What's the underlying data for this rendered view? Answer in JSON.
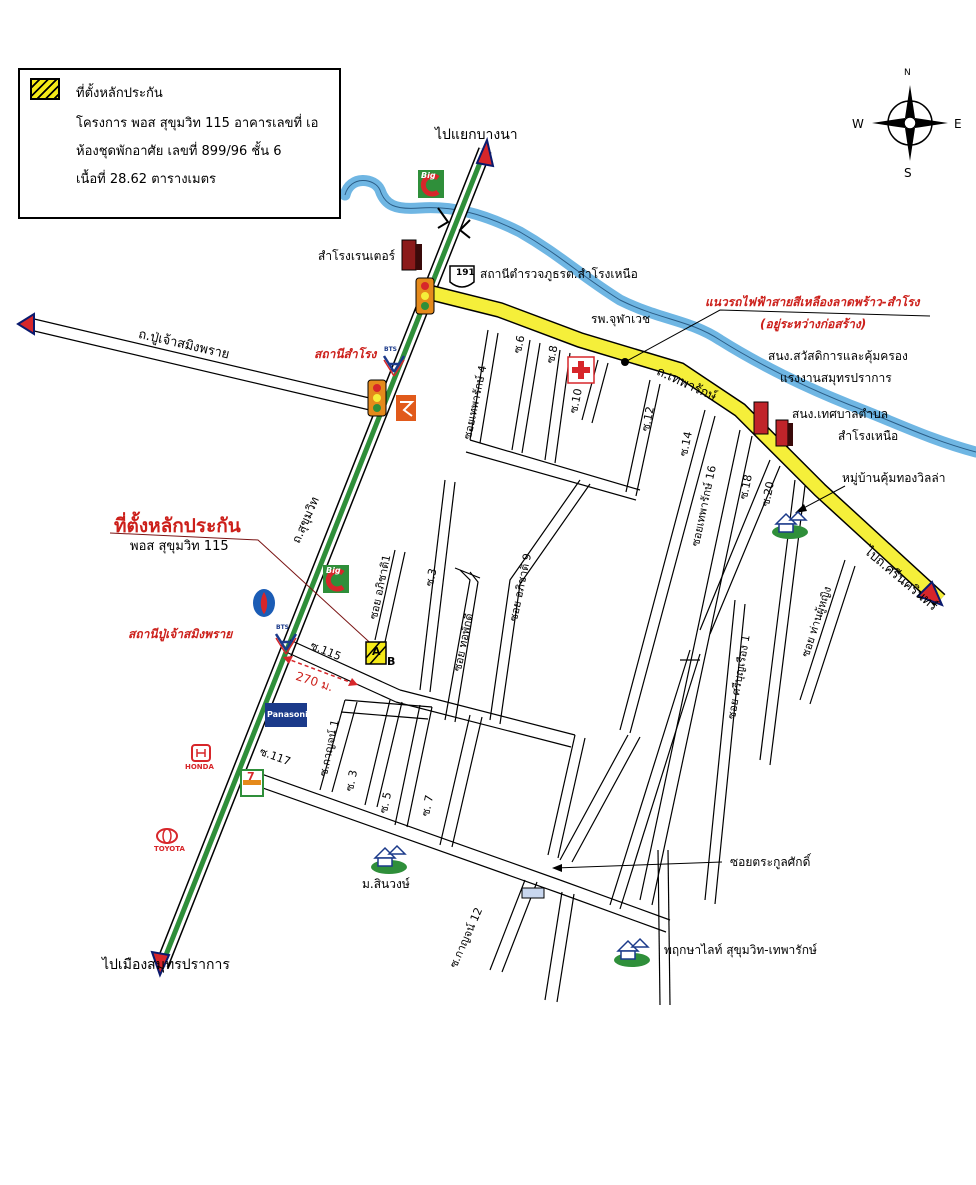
{
  "legend": {
    "title": "ที่ตั้งหลักประกัน",
    "line1": "โครงการ พอส สุขุมวิท 115 อาคารเลขที่ เอ",
    "line2": "ห้องชุดพักอาศัย เลขที่ 899/96 ชั้น 6",
    "line3": "เนื้อที่ 28.62 ตารางเมตร"
  },
  "compass": {
    "n": "N",
    "s": "S",
    "e": "E",
    "w": "W"
  },
  "directions": {
    "to_bangna": "ไปแยกบางนา",
    "to_samutprakan": "ไปเมืองสมุทรปราการ",
    "to_srinakarin": "ไปถ.ศรีนครินทร์"
  },
  "roads": {
    "sukhumvit": "ถ.สุขุมวิท",
    "pu_chao": "ถ.ปู่เจ้าสมิงพราย",
    "theparak": "ถ.เทพารักษ์"
  },
  "sois": {
    "s4": "ซอยเทพารักษ์ 4",
    "s6": "ซ.6",
    "s8": "ซ.8",
    "s10": "ซ.10",
    "s12": "ซ.12",
    "s14": "ซ.14",
    "s16": "ซอยเทพารักษ์ 16",
    "s18": "ซ.18",
    "s20": "ซ.20",
    "aphisit1": "ซอย อภิชาติ1",
    "aphisit9": "ซอย อภิชาติ 9",
    "s3": "ซ.3",
    "thoptha": "ซอย ทอพักดี",
    "s115": "ซ.115",
    "s117": "ซ.117",
    "kanung1": "ซ.กาญจน์ 1",
    "s3b": "ซ. 3",
    "s5": "ซ. 5",
    "s7": "ซ. 7",
    "kanung12": "ซ.กาญจน์ 12",
    "sriboon": "ซอย ศรีบุญเรือง 1",
    "thanphuying": "ซอย ท่านผู้หญิง"
  },
  "places": {
    "samrong_center": "สำโรงเรนเตอร์",
    "police": "สถานีตำรวจภูธรต.สำโรงเหนือ",
    "hwy": "191",
    "bts_samrong": "สถานีสำโรง",
    "yellow_line": "แนวรถไฟฟ้าสายสีเหลืองลาดพร้าว-สำโรง",
    "yellow_line_note": "(อยู่ระหว่างก่อสร้าง)",
    "hospital": "รพ.จุฬาเวช",
    "welfare1": "สนง.สวัสดิการและคุ้มครอง",
    "welfare2": "แรงงานสมุทรปราการ",
    "municipal1": "สนง.เทศบาลตำบล",
    "municipal2": "สำโรงเหนือ",
    "village1": "หมู่บ้านคุ้มทองวิลล่า",
    "collateral_title": "ที่ตั้งหลักประกัน",
    "collateral_sub": "พอส สุขุมวิท 115",
    "bts_pu": "สถานีปู่เจ้าสมิงพราย",
    "distance": "270 ม.",
    "marker_a": "A",
    "marker_b": "B",
    "panasonic": "Panasonic",
    "honda": "HONDA",
    "toyota": "TOYOTA",
    "big": "Big",
    "bts": "BTS",
    "seven": "7",
    "mo_sinwong": "ม.สินวงษ์",
    "trakul": "ซอยตระกูลศักดิ์",
    "pruksa": "พฤกษาไลท์ สุขุมวิท-เทพารักษ์"
  },
  "colors": {
    "sukhumvit_green": "#2f8f3a",
    "yellow_line": "#f5ef3a",
    "river": "#6fb6e3",
    "arrow_red": "#d7262a",
    "label_red": "#cc1f1a"
  }
}
